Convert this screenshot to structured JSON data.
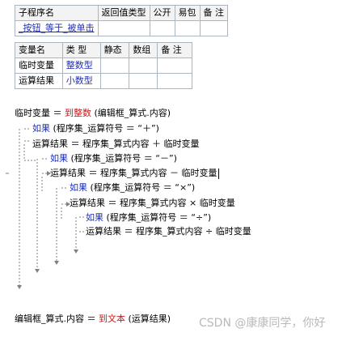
{
  "sub_table": {
    "headers": [
      "子程序名",
      "返回值类型",
      "公开",
      "易包",
      "备 注"
    ],
    "row": [
      "_按钮_等于_被单击",
      "",
      "",
      "",
      ""
    ]
  },
  "var_table": {
    "headers": [
      "变量名",
      "类 型",
      "静态",
      "数组",
      "备 注"
    ],
    "rows": [
      [
        "临时变量",
        "整数型",
        "",
        "",
        ""
      ],
      [
        "运算结果",
        "小数型",
        "",
        "",
        ""
      ]
    ]
  },
  "code": {
    "l1": {
      "a": "临时变量 ＝ ",
      "b": "到整数",
      "c": " (编辑框_算式.内容)"
    },
    "l2": {
      "kw": "如果",
      "rest": " (程序集_运算符号 ＝ “＋”)"
    },
    "l3": {
      "text": "运算结果 ＝ 程序集_算式内容 ＋ 临时变量"
    },
    "l4": {
      "kw": "如果",
      "rest": " (程序集_运算符号 ＝ “－”)"
    },
    "l5": {
      "text": "运算结果 ＝ 程序集_算式内容 － 临时变量"
    },
    "l6": {
      "kw": "如果",
      "rest": " (程序集_运算符号 ＝ “×”)"
    },
    "l7": {
      "text": "运算结果 ＝ 程序集_算式内容 × 临时变量"
    },
    "l8": {
      "kw": "如果",
      "rest": " (程序集_运算符号 ＝ “÷”)"
    },
    "l9": {
      "text": "运算结果 ＝ 程序集_算式内容 ÷ 临时变量"
    },
    "l10": {
      "a": "编辑框_算式.内容 ＝ ",
      "b": "到文本",
      "c": " (运算结果)"
    }
  },
  "watermark": "CSDN @康康同学，你好",
  "colors": {
    "keyword": "#1f2fb8",
    "function": "#c8191b",
    "grid": "#a9b5c0",
    "flow": "#808080"
  }
}
